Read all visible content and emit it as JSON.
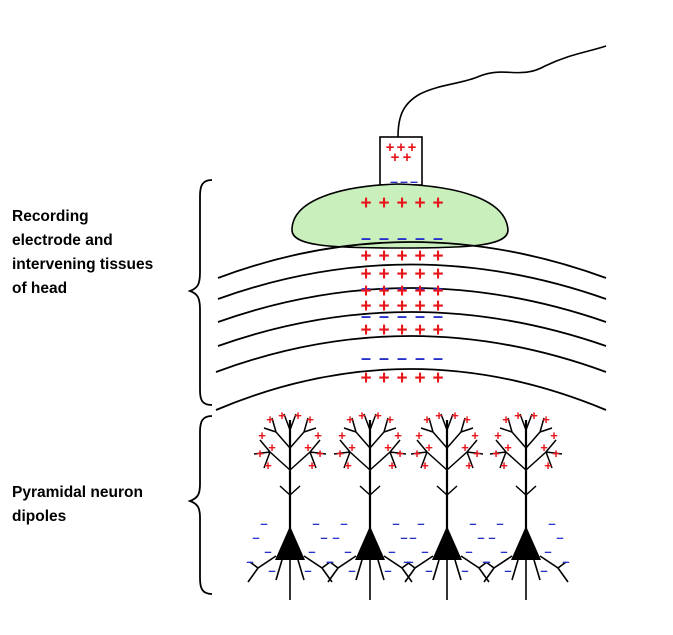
{
  "labels": {
    "recording": "Recording\nelectrode and\nintervening tissues\nof head",
    "neurons": "Pyramidal neuron\ndipoles"
  },
  "symbols": {
    "positive": "+",
    "negative": "–"
  },
  "colors": {
    "positive": "#e8151b",
    "negative": "#2430c8",
    "scalp_fill": "#c9efbd",
    "line": "#000000"
  },
  "neuron_count": 4
}
